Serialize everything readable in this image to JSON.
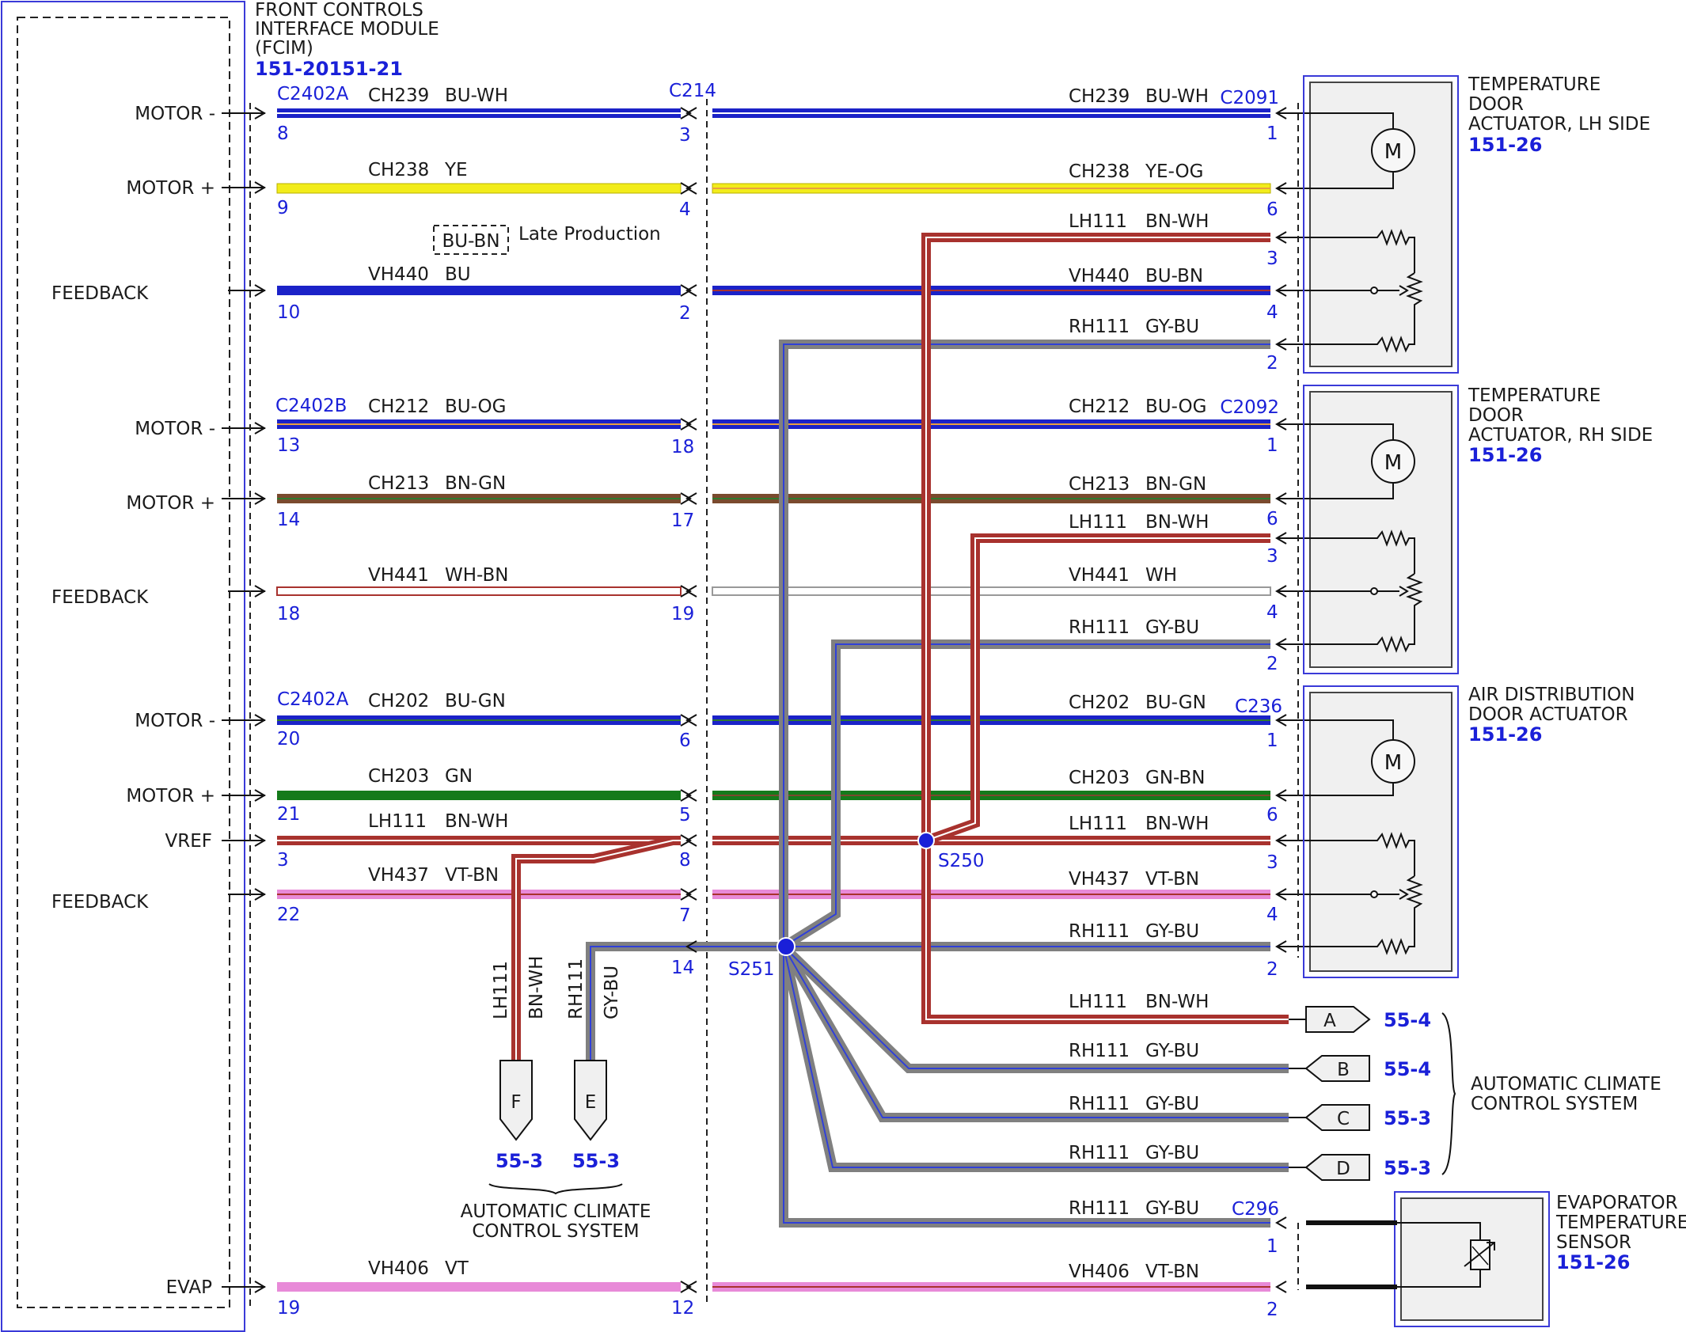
{
  "fcim": {
    "title_lines": [
      "FRONT CONTROLS",
      "INTERFACE MODULE",
      "(FCIM)"
    ],
    "ref": "151-20151-21",
    "pins": [
      "MOTOR -",
      "MOTOR +",
      "FEEDBACK",
      "MOTOR -",
      "MOTOR +",
      "FEEDBACK",
      "MOTOR -",
      "MOTOR +",
      "VREF",
      "FEEDBACK",
      "EVAP"
    ]
  },
  "connectors": {
    "c2402a_top": "C2402A",
    "c2402b": "C2402B",
    "c2402a_bottom": "C2402A",
    "c214": "C214",
    "c2091": "C2091",
    "c2092": "C2092",
    "c236": "C236",
    "c296": "C296"
  },
  "splices": {
    "s250": "S250",
    "s251": "S251"
  },
  "late_production": {
    "box": "BU-BN",
    "text": "Late Production"
  },
  "left_circuits": [
    {
      "circuit": "CH239",
      "color": "BU-WH"
    },
    {
      "circuit": "CH238",
      "color": "YE"
    },
    {
      "circuit": "VH440",
      "color": "BU"
    },
    {
      "circuit": "CH212",
      "color": "BU-OG"
    },
    {
      "circuit": "CH213",
      "color": "BN-GN"
    },
    {
      "circuit": "VH441",
      "color": "WH-BN"
    },
    {
      "circuit": "CH202",
      "color": "BU-GN"
    },
    {
      "circuit": "CH203",
      "color": "GN"
    },
    {
      "circuit": "LH111",
      "color": "BN-WH"
    },
    {
      "circuit": "VH437",
      "color": "VT-BN"
    },
    {
      "circuit": "VH406",
      "color": "VT"
    }
  ],
  "left_pins": [
    "8",
    "9",
    "10",
    "13",
    "14",
    "18",
    "20",
    "21",
    "3",
    "22",
    "19"
  ],
  "mid_pins": [
    "3",
    "4",
    "2",
    "18",
    "17",
    "19",
    "6",
    "5",
    "8",
    "7",
    "14",
    "12"
  ],
  "right_circuits": [
    {
      "circuit": "CH239",
      "color": "BU-WH",
      "pin": "1"
    },
    {
      "circuit": "CH238",
      "color": "YE-OG",
      "pin": "6"
    },
    {
      "circuit": "LH111",
      "color": "BN-WH",
      "pin": "3"
    },
    {
      "circuit": "VH440",
      "color": "BU-BN",
      "pin": "4"
    },
    {
      "circuit": "RH111",
      "color": "GY-BU",
      "pin": "2"
    },
    {
      "circuit": "CH212",
      "color": "BU-OG",
      "pin": "1"
    },
    {
      "circuit": "CH213",
      "color": "BN-GN",
      "pin": "6"
    },
    {
      "circuit": "LH111",
      "color": "BN-WH",
      "pin": "3"
    },
    {
      "circuit": "VH441",
      "color": "WH",
      "pin": "4"
    },
    {
      "circuit": "RH111",
      "color": "GY-BU",
      "pin": "2"
    },
    {
      "circuit": "CH202",
      "color": "BU-GN",
      "pin": "1"
    },
    {
      "circuit": "CH203",
      "color": "GN-BN",
      "pin": "6"
    },
    {
      "circuit": "LH111",
      "color": "BN-WH",
      "pin": "3"
    },
    {
      "circuit": "VH437",
      "color": "VT-BN",
      "pin": "4"
    },
    {
      "circuit": "RH111",
      "color": "GY-BU",
      "pin": "2"
    },
    {
      "circuit": "LH111",
      "color": "BN-WH",
      "pin": ""
    },
    {
      "circuit": "RH111",
      "color": "GY-BU",
      "pin": ""
    },
    {
      "circuit": "RH111",
      "color": "GY-BU",
      "pin": ""
    },
    {
      "circuit": "RH111",
      "color": "GY-BU",
      "pin": ""
    },
    {
      "circuit": "RH111",
      "color": "GY-BU",
      "pin": "1"
    },
    {
      "circuit": "VH406",
      "color": "VT-BN",
      "pin": "2"
    }
  ],
  "components": {
    "lh": {
      "lines": [
        "TEMPERATURE",
        "DOOR",
        "ACTUATOR, LH SIDE"
      ],
      "ref": "151-26"
    },
    "rh": {
      "lines": [
        "TEMPERATURE",
        "DOOR",
        "ACTUATOR, RH SIDE"
      ],
      "ref": "151-26"
    },
    "air": {
      "lines": [
        "AIR DISTRIBUTION",
        "DOOR ACTUATOR"
      ],
      "ref": "151-26"
    },
    "evap": {
      "lines": [
        "EVAPORATOR",
        "TEMPERATURE",
        "SENSOR"
      ],
      "ref": "151-26"
    },
    "motor_symbol": "M"
  },
  "offpage_right": [
    {
      "letter": "A",
      "ref": "55-4"
    },
    {
      "letter": "B",
      "ref": "55-4"
    },
    {
      "letter": "C",
      "ref": "55-3"
    },
    {
      "letter": "D",
      "ref": "55-3"
    }
  ],
  "offpage_bottom": [
    {
      "letter": "F",
      "ref": "55-3",
      "circuit": "LH111",
      "color": "BN-WH"
    },
    {
      "letter": "E",
      "ref": "55-3",
      "circuit": "RH111",
      "color": "GY-BU"
    }
  ],
  "acc_right": [
    "AUTOMATIC CLIMATE",
    "CONTROL SYSTEM"
  ],
  "acc_bottom": [
    "AUTOMATIC CLIMATE",
    "CONTROL SYSTEM"
  ],
  "wire_colors": {
    "blue": "#1b22c8",
    "yellow": "#f2ec1a",
    "brown": "#7a4a2e",
    "red": "#a8322e",
    "green": "#157a1b",
    "pink": "#e88ad8",
    "gray": "#808080",
    "label_blue": "#1a20d8"
  }
}
